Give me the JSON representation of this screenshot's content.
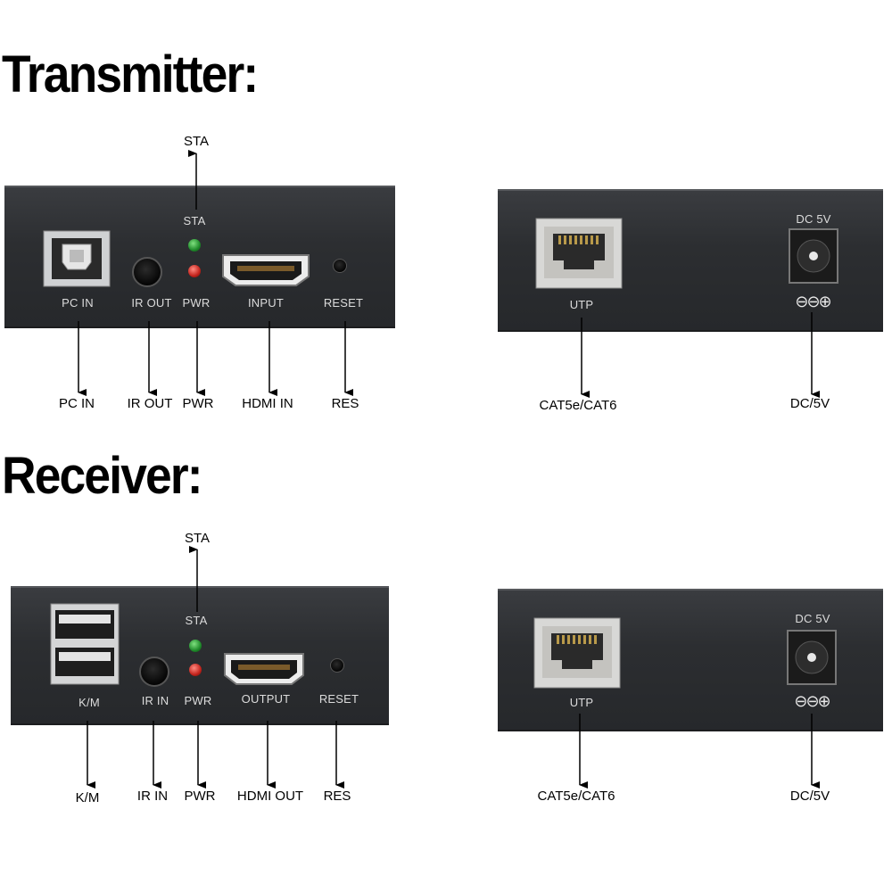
{
  "titles": {
    "transmitter": "Transmitter:",
    "receiver": "Receiver:"
  },
  "transmitter": {
    "front_labels": {
      "pc_in": "PC IN",
      "ir_out": "IR OUT",
      "pwr": "PWR",
      "input": "INPUT",
      "reset": "RESET",
      "sta": "STA"
    },
    "callouts": {
      "sta": "STA",
      "pc_in": "PC IN",
      "ir_out": "IR OUT",
      "pwr": "PWR",
      "hdmi_in": "HDMI IN",
      "res": "RES"
    },
    "back_labels": {
      "dc": "DC 5V",
      "utp": "UTP"
    },
    "back_callouts": {
      "cat": "CAT5e/CAT6",
      "dc": "DC/5V"
    }
  },
  "receiver": {
    "front_labels": {
      "km": "K/M",
      "ir_in": "IR IN",
      "pwr": "PWR",
      "output": "OUTPUT",
      "reset": "RESET",
      "sta": "STA"
    },
    "callouts": {
      "sta": "STA",
      "km": "K/M",
      "ir_in": "IR IN",
      "pwr": "PWR",
      "hdmi_out": "HDMI OUT",
      "res": "RES"
    },
    "back_labels": {
      "dc": "DC 5V",
      "utp": "UTP"
    },
    "back_callouts": {
      "cat": "CAT5e/CAT6",
      "dc": "DC/5V"
    }
  },
  "polarity_symbol": "⊖⊖⊕"
}
